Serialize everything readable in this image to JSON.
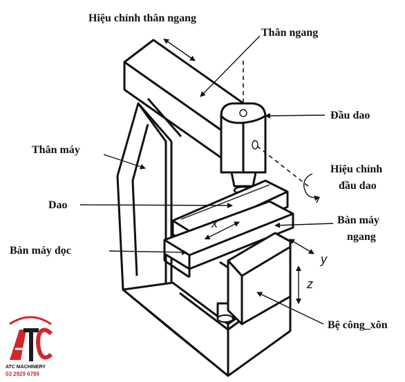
{
  "labels": {
    "hieu_chinh_than_ngang": "Hiệu chỉnh thân ngang",
    "than_ngang": "Thân ngang",
    "dau_dao": "Đầu dao",
    "than_may": "Thân máy",
    "hieu_chinh_dau_dao_1": "Hiệu chỉnh",
    "hieu_chinh_dau_dao_2": "đầu dao",
    "dao": "Dao",
    "ban_may_ngang_1": "Bàn máy",
    "ban_may_ngang_2": "ngang",
    "ban_may_doc": "Bàn máy dọc",
    "be_cong_xon": "Bệ công_xôn"
  },
  "axes": {
    "x": "x",
    "y": "y",
    "z": "z"
  },
  "logo": {
    "name": "ATC MACHINERY",
    "phone": "03 2929 6789",
    "colors": {
      "red": "#d3262b",
      "dark": "#1a1a1a"
    }
  }
}
